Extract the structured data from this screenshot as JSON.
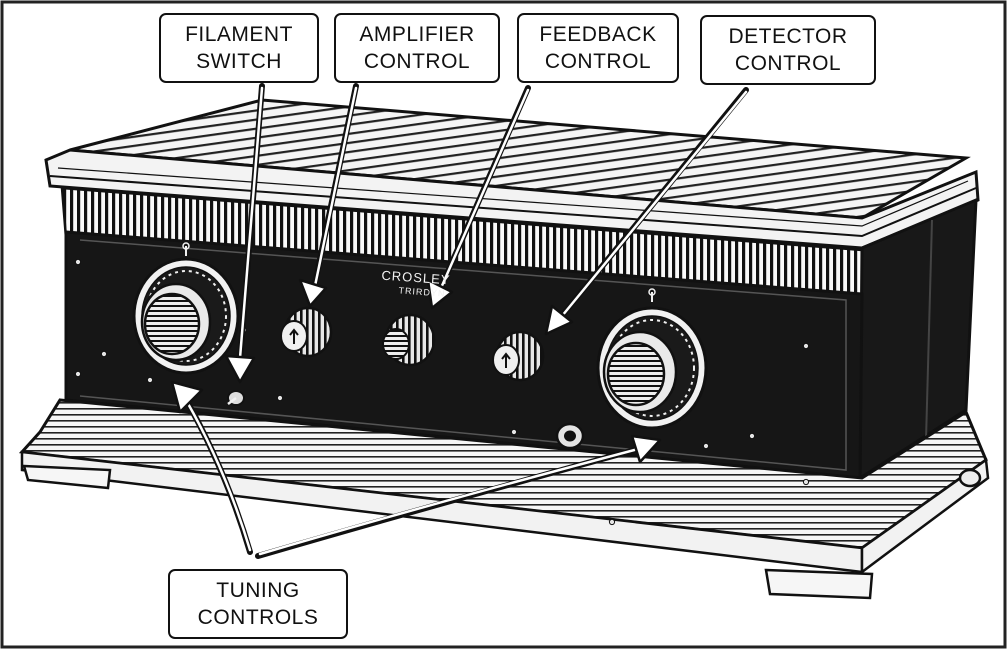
{
  "callouts": {
    "filament": {
      "line1": "FILAMENT",
      "line2": "SWITCH"
    },
    "amplifier": {
      "line1": "AMPLIFIER",
      "line2": "CONTROL"
    },
    "feedback": {
      "line1": "FEEDBACK",
      "line2": "CONTROL"
    },
    "detector": {
      "line1": "DETECTOR",
      "line2": "CONTROL"
    },
    "tuning": {
      "line1": "TUNING",
      "line2": "CONTROLS"
    }
  },
  "brand": {
    "name": "CROSLEY",
    "model": "TRIRDYN"
  },
  "colors": {
    "ink": "#111111",
    "panel": "#161616",
    "paper": "#ffffff",
    "wood": "#f4f4f4"
  }
}
